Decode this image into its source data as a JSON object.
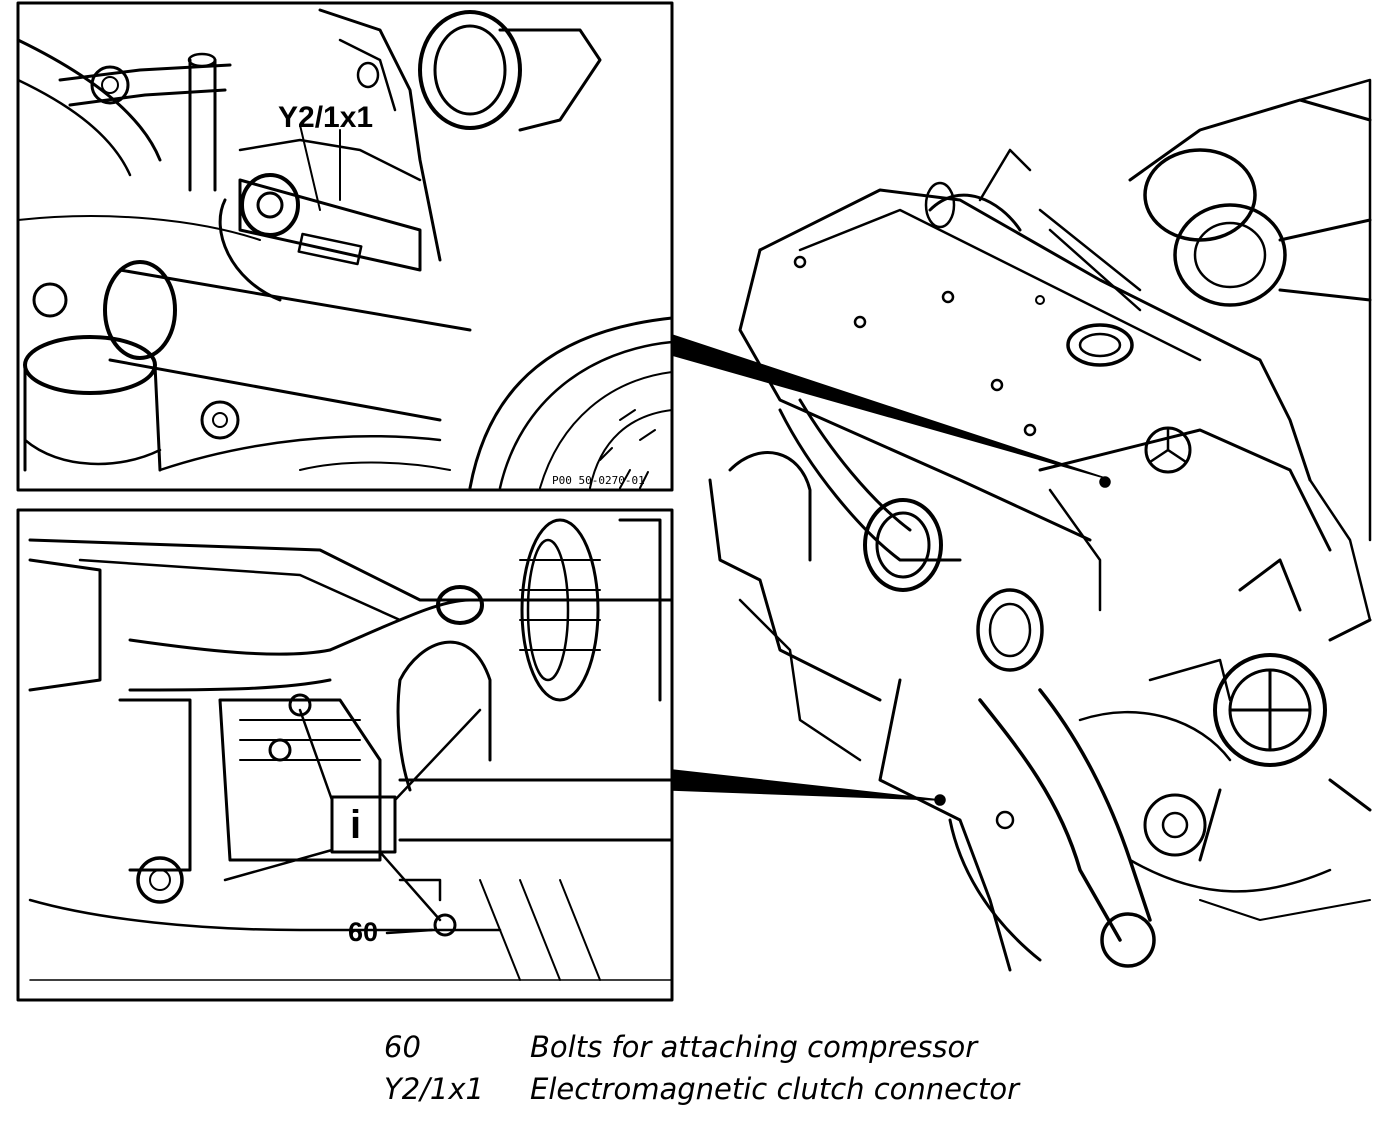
{
  "callouts": {
    "connector": "Y2/1x1",
    "bolts": "60",
    "info_symbol": "i",
    "figure_code": "P00 50-0270-01"
  },
  "legend": [
    {
      "code": "60",
      "description": "Bolts for attaching compressor"
    },
    {
      "code": "Y2/1x1",
      "description": "Electromagnetic clutch connector"
    }
  ],
  "colors": {
    "ink": "#000000",
    "paper": "#ffffff"
  }
}
